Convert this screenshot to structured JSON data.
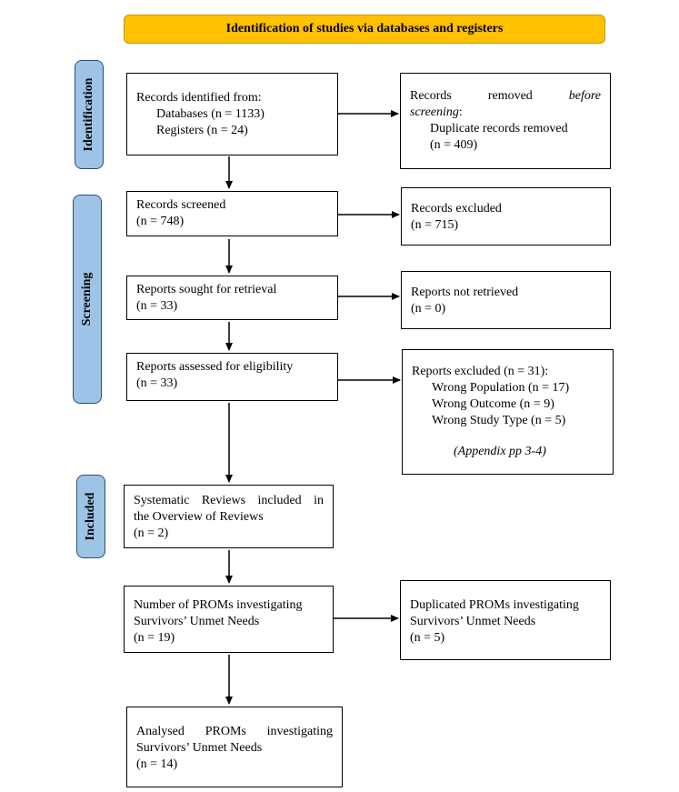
{
  "header": {
    "title": "Identification of studies via databases and registers"
  },
  "phases": {
    "identification": "Identification",
    "screening": "Screening",
    "included": "Included"
  },
  "boxes": {
    "identified": {
      "heading": "Records identified from:",
      "databases": "Databases (n = 1133)",
      "registers": "Registers (n = 24)"
    },
    "removed": {
      "w1": "Records",
      "w2": "removed",
      "w3": "before",
      "w4": "screening",
      "w4_suffix": ":",
      "detail": "Duplicate records removed",
      "count": "(n = 409)"
    },
    "screened": {
      "title": "Records screened",
      "count": "(n = 748)"
    },
    "excluded": {
      "title": "Records excluded",
      "count": "(n = 715)"
    },
    "sought": {
      "title": "Reports sought for retrieval",
      "count": "(n = 33)"
    },
    "not_retrieved": {
      "title": "Reports not retrieved",
      "count": "(n = 0)"
    },
    "assessed": {
      "title": "Reports assessed for eligibility",
      "count": "(n = 33)"
    },
    "reports_excluded": {
      "title": "Reports excluded (n = 31):",
      "reasons": [
        "Wrong Population (n = 17)",
        "Wrong Outcome (n = 9)",
        "Wrong Study Type (n = 5)"
      ],
      "note": "(Appendix pp 3-4)"
    },
    "reviews_included": {
      "line1_words": [
        "Systematic",
        "Reviews",
        "included",
        "in"
      ],
      "line2": "the Overview of Reviews",
      "count": "(n = 2)"
    },
    "proms": {
      "line1": "Number of PROMs investigating",
      "line2": "Survivors’ Unmet Needs",
      "count": "(n = 19)"
    },
    "duplicated_proms": {
      "line1": "Duplicated PROMs investigating",
      "line2": "Survivors’ Unmet Needs",
      "count": "(n = 5)"
    },
    "analysed": {
      "line1_words": [
        "Analysed",
        "PROMs",
        "investigating"
      ],
      "line2": "Survivors’ Unmet Needs",
      "count": "(n = 14)"
    }
  }
}
